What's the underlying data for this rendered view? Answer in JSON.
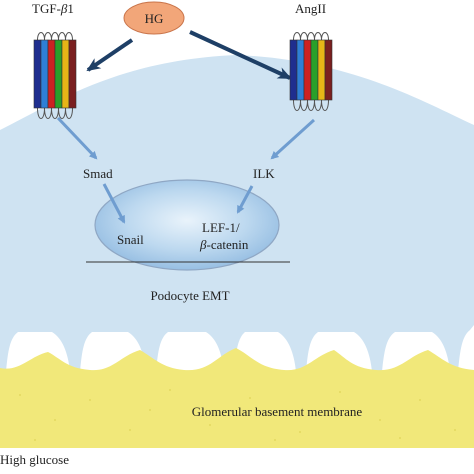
{
  "labels": {
    "hg": "HG",
    "tgf_prefix": "TGF-",
    "tgf_beta": "β",
    "tgf_suffix": "1",
    "angii": "AngII",
    "smad": "Smad",
    "ilk": "ILK",
    "snail": "Snail",
    "lef1": "LEF-1/",
    "catenin_beta": "β",
    "catenin_suffix": "-catenin",
    "podocyte_emt": "Podocyte EMT",
    "gbm": "Glomerular basement membrane"
  },
  "footer": "High glucose",
  "colors": {
    "cell_body": "#cfe3f2",
    "nucleus_fill": "#a7cbea",
    "nucleus_stroke": "#8fa7c4",
    "hg_fill": "#f2a679",
    "hg_stroke": "#c9744a",
    "gbm": "#f1e87a",
    "arrow": "#6f9dd0",
    "dark_arrow": "#1e3f66",
    "receptor_stripes": [
      "#1f2e8f",
      "#2e7fd6",
      "#cc2222",
      "#2aa02a",
      "#e6b517",
      "#7a1f1f"
    ]
  }
}
